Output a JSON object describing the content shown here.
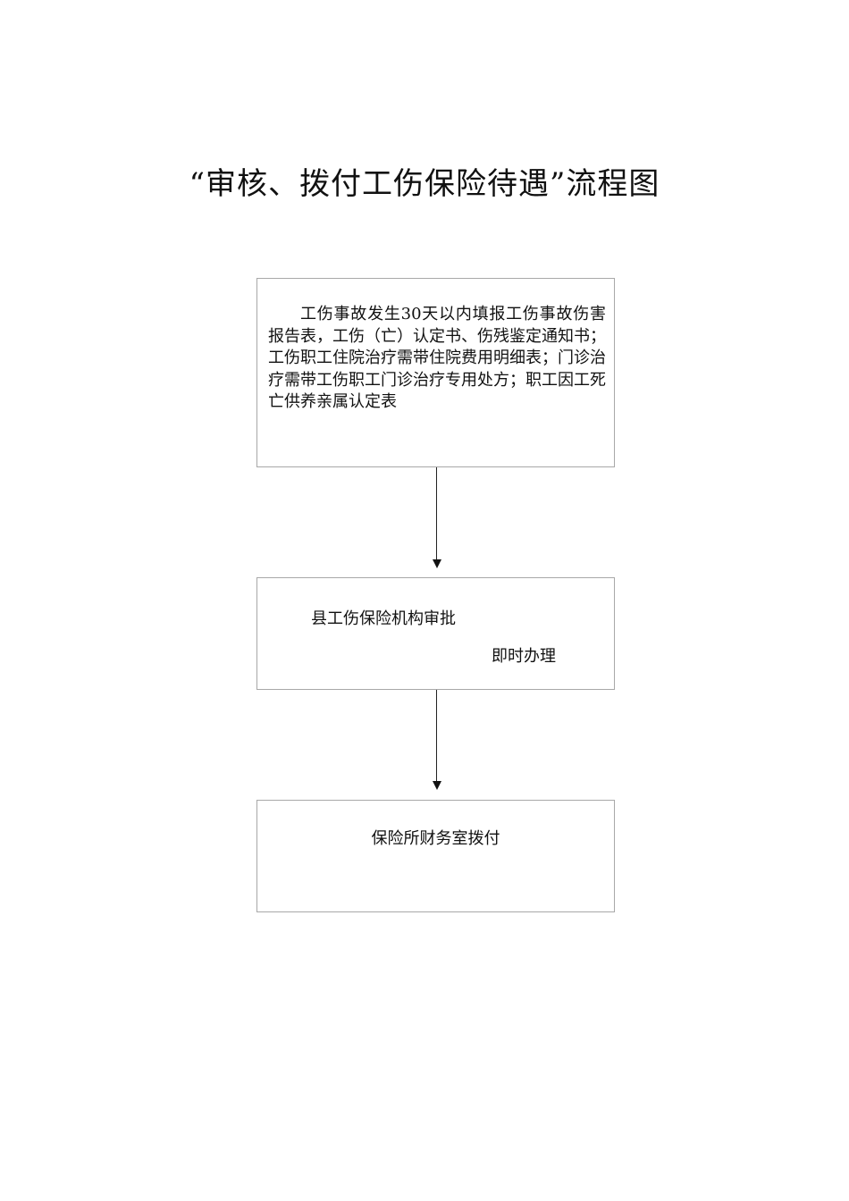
{
  "title": "“审核、拨付工伤保险待遇”流程图",
  "steps": [
    {
      "text": "工伤事故发生30天以内填报工伤事故伤害报告表，工伤（亡）认定书、伤残鉴定通知书；工伤职工住院治疗需带住院费用明细表；门诊治疗需带工伤职工门诊治疗专用处方；职工因工死亡供养亲属认定表"
    },
    {
      "text": "县工伤保险机构审批",
      "note": "即时办理"
    },
    {
      "text": "保险所财务室拨付"
    }
  ]
}
